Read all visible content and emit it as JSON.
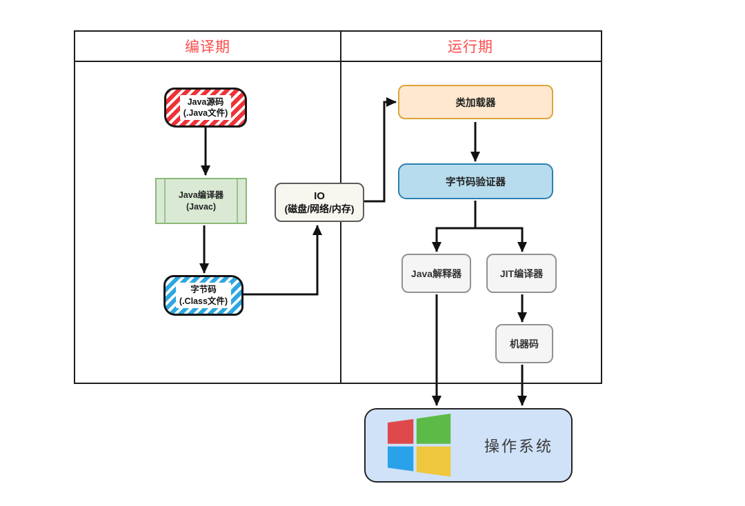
{
  "headers": {
    "compile_phase": "编译期",
    "runtime_phase": "运行期"
  },
  "nodes": {
    "java_source": {
      "line1": "Java源码",
      "line2": "(.Java文件)"
    },
    "java_compiler": {
      "line1": "Java编译器",
      "line2": "(Javac)"
    },
    "bytecode": {
      "line1": "字节码",
      "line2": "(.Class文件)"
    },
    "io": {
      "line1": "IO",
      "line2": "(磁盘/网络/内存)"
    },
    "class_loader": {
      "label": "类加载器"
    },
    "bytecode_verifier": {
      "label": "字节码验证器"
    },
    "java_interpreter": {
      "label": "Java解释器"
    },
    "jit_compiler": {
      "label": "JIT编译器"
    },
    "machine_code": {
      "label": "机器码"
    },
    "operating_system": {
      "label": "操作系统"
    }
  },
  "colors": {
    "header_text": "#fc4b4b",
    "source_hatch_red": "#ee3237",
    "bytecode_hatch_blue": "#2ea7e0",
    "compiler_fill": "#d9e9d4",
    "compiler_border": "#8ab878",
    "io_fill": "#f7f6ef",
    "class_loader_fill": "#ffe8cf",
    "class_loader_border": "#dda439",
    "verifier_fill": "#b7dcee",
    "verifier_border": "#2b7fb0",
    "gray_fill": "#f5f5f5",
    "gray_border": "#919191",
    "os_fill": "#cfe2f7",
    "windows_red": "#e0494b",
    "windows_green": "#5cbb47",
    "windows_blue": "#2aa2e9",
    "windows_yellow": "#eec73e",
    "arrow": "#111111",
    "frame_line": "#1c1c1c"
  }
}
